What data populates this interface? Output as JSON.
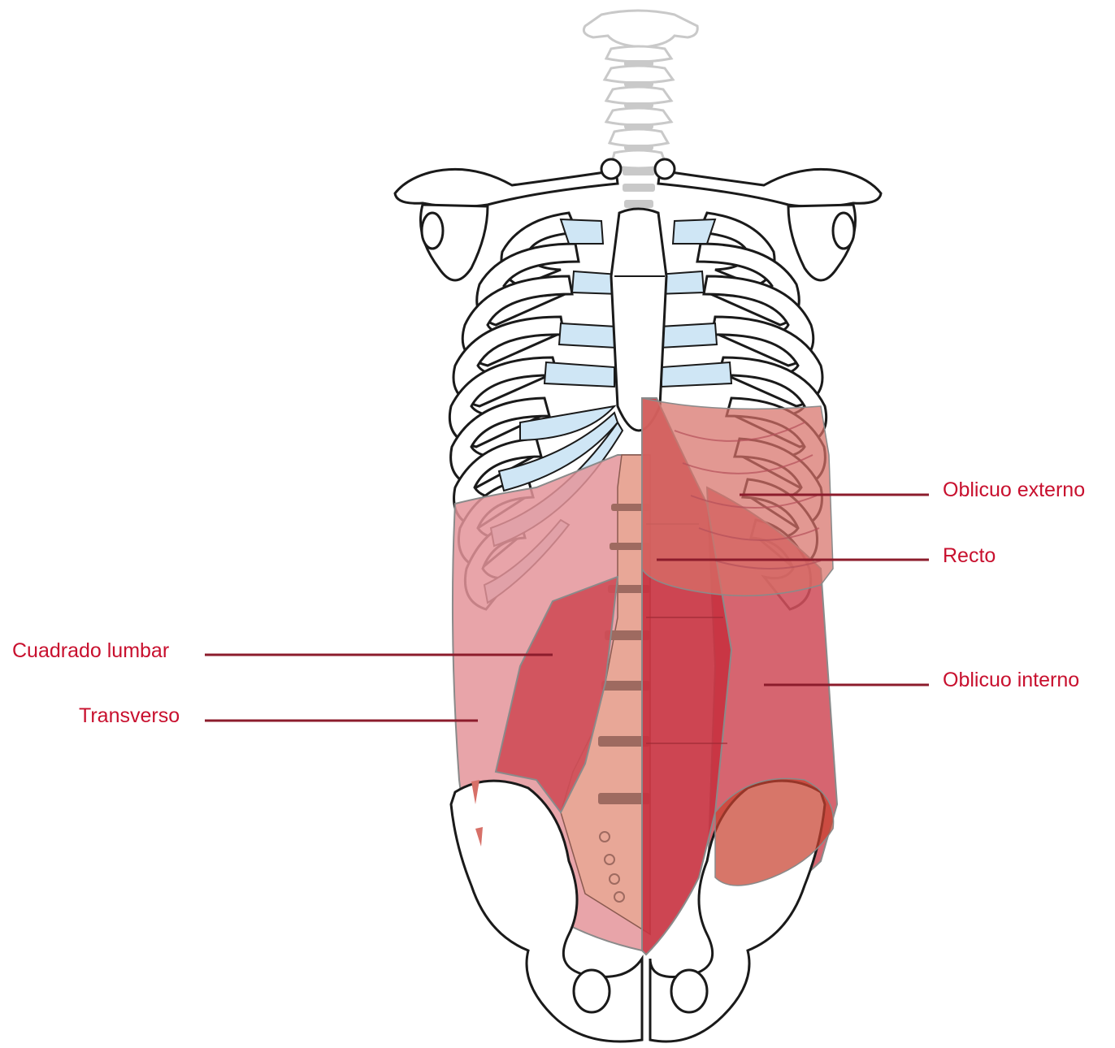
{
  "colors": {
    "label_text": "#c8102e",
    "leader_line": "#8c1c2c",
    "bone_fill": "#ffffff",
    "bone_stroke": "#1a1a1a",
    "cartilage": "#cfe6f5",
    "cervical_spine": "#c9c9c9",
    "rectus": "#c8313f",
    "internal_oblique": "#d0505c",
    "external_oblique": "#d77068",
    "quadratus": "#cf4c56",
    "transversus": "#e4949a",
    "lumbar_spine": "#e8a797"
  },
  "labels": {
    "oblicuo_externo": "Oblicuo externo",
    "recto": "Recto",
    "oblicuo_interno": "Oblicuo interno",
    "cuadrado_lumbar": "Cuadrado lumbar",
    "transverso": "Transverso"
  }
}
